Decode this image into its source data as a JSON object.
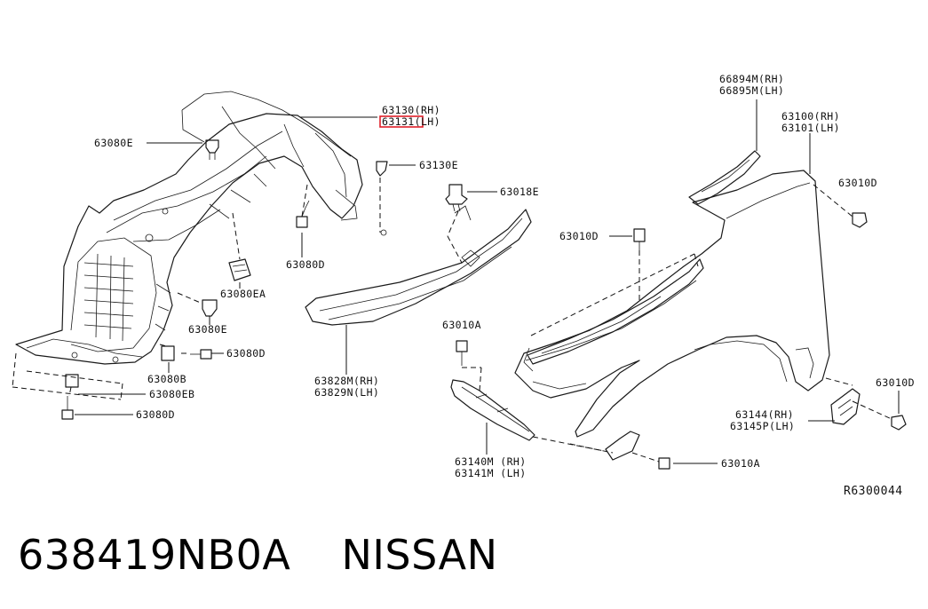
{
  "labels": {
    "l_63130": "63130(RH)",
    "l_63131": "63131(LH)",
    "l_63080e_top": "63080E",
    "l_63130e": "63130E",
    "l_63018e": "63018E",
    "l_63080d_mid": "63080D",
    "l_63080ea": "63080EA",
    "l_63080e_low": "63080E",
    "l_63080d_right": "63080D",
    "l_63080b": "63080B",
    "l_63080eb": "63080EB",
    "l_63080d_bot": "63080D",
    "l_66894m": "66894M(RH)",
    "l_66895m": "66895M(LH)",
    "l_63100": "63100(RH)",
    "l_63101": "63101(LH)",
    "l_63010d_top": "63010D",
    "l_63010d_left": "63010D",
    "l_63010a_up": "63010A",
    "l_63828m": "63828M(RH)",
    "l_63829n": "63829N(LH)",
    "l_63140m": "63140M (RH)",
    "l_63141m": "63141M (LH)",
    "l_63010d_right": "63010D",
    "l_63144": "63144(RH)",
    "l_63145p": "63145P(LH)",
    "l_63010a_bot": "63010A"
  },
  "reference_code": "R6300044",
  "caption": {
    "part_number": "638419NB0A",
    "brand": "NISSAN"
  },
  "highlight_color": "#e0202a"
}
